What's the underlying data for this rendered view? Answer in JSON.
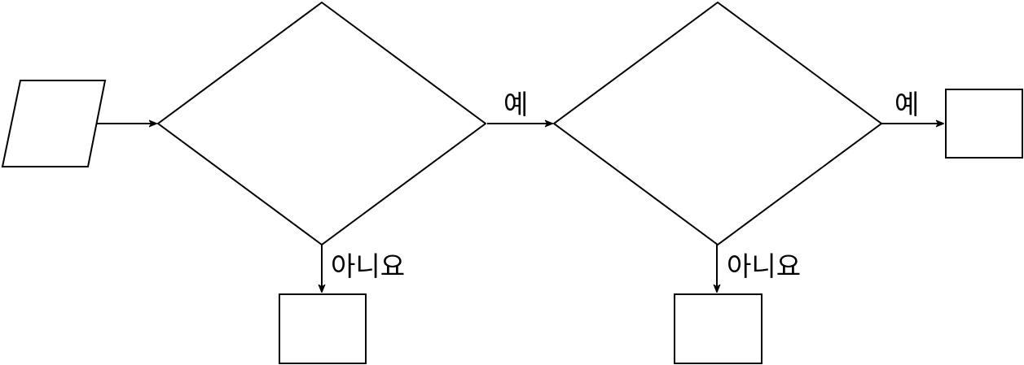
{
  "diagram": {
    "nodes": [
      {
        "id": "input",
        "shape": "parallelogram"
      },
      {
        "id": "decision-1",
        "shape": "diamond"
      },
      {
        "id": "decision-2",
        "shape": "diamond"
      },
      {
        "id": "result-no-1",
        "shape": "rectangle"
      },
      {
        "id": "result-no-2",
        "shape": "rectangle"
      },
      {
        "id": "result-yes",
        "shape": "rectangle"
      }
    ],
    "edges": [
      {
        "from": "input",
        "to": "decision-1",
        "label": ""
      },
      {
        "from": "decision-1",
        "to": "decision-2",
        "label": "예"
      },
      {
        "from": "decision-1",
        "to": "result-no-1",
        "label": "아니요"
      },
      {
        "from": "decision-2",
        "to": "result-yes",
        "label": "예"
      },
      {
        "from": "decision-2",
        "to": "result-no-2",
        "label": "아니요"
      }
    ],
    "colors": {
      "stroke": "#000000",
      "fill": "#ffffff"
    }
  }
}
